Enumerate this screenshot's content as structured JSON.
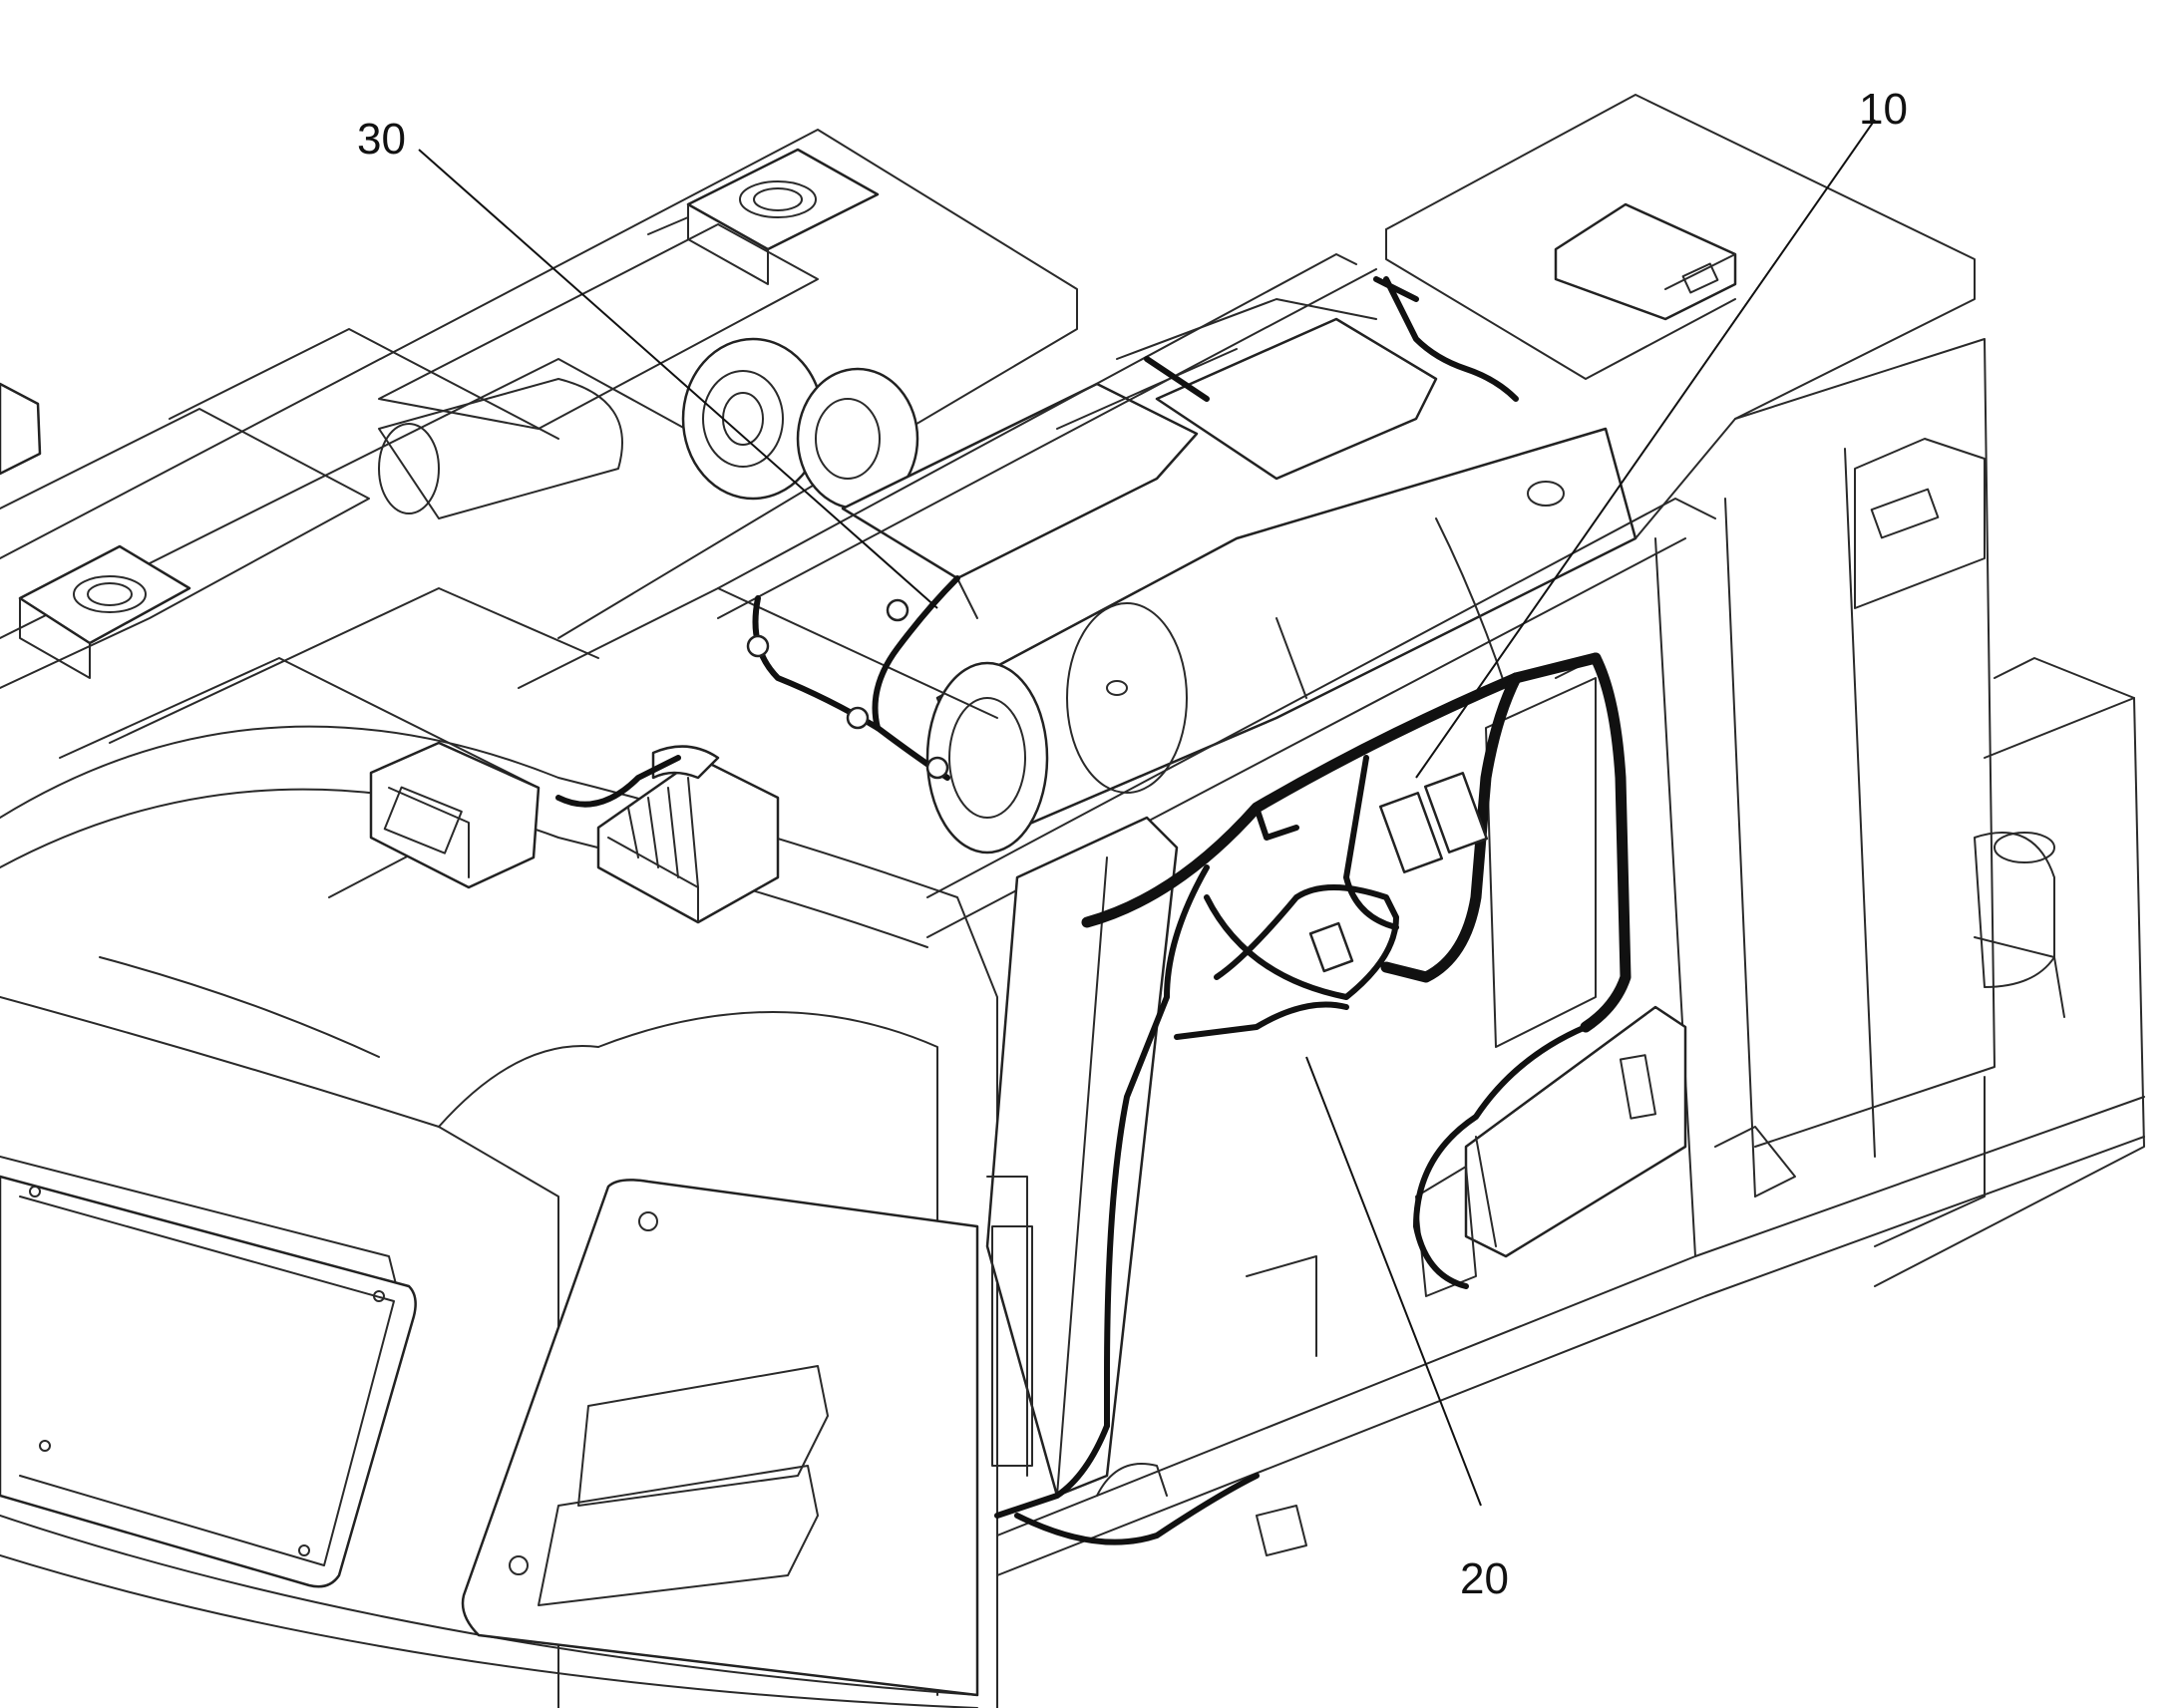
{
  "callouts": [
    {
      "id": "callout-30",
      "text": "30"
    },
    {
      "id": "callout-10",
      "text": "10"
    },
    {
      "id": "callout-20",
      "text": "20"
    }
  ]
}
